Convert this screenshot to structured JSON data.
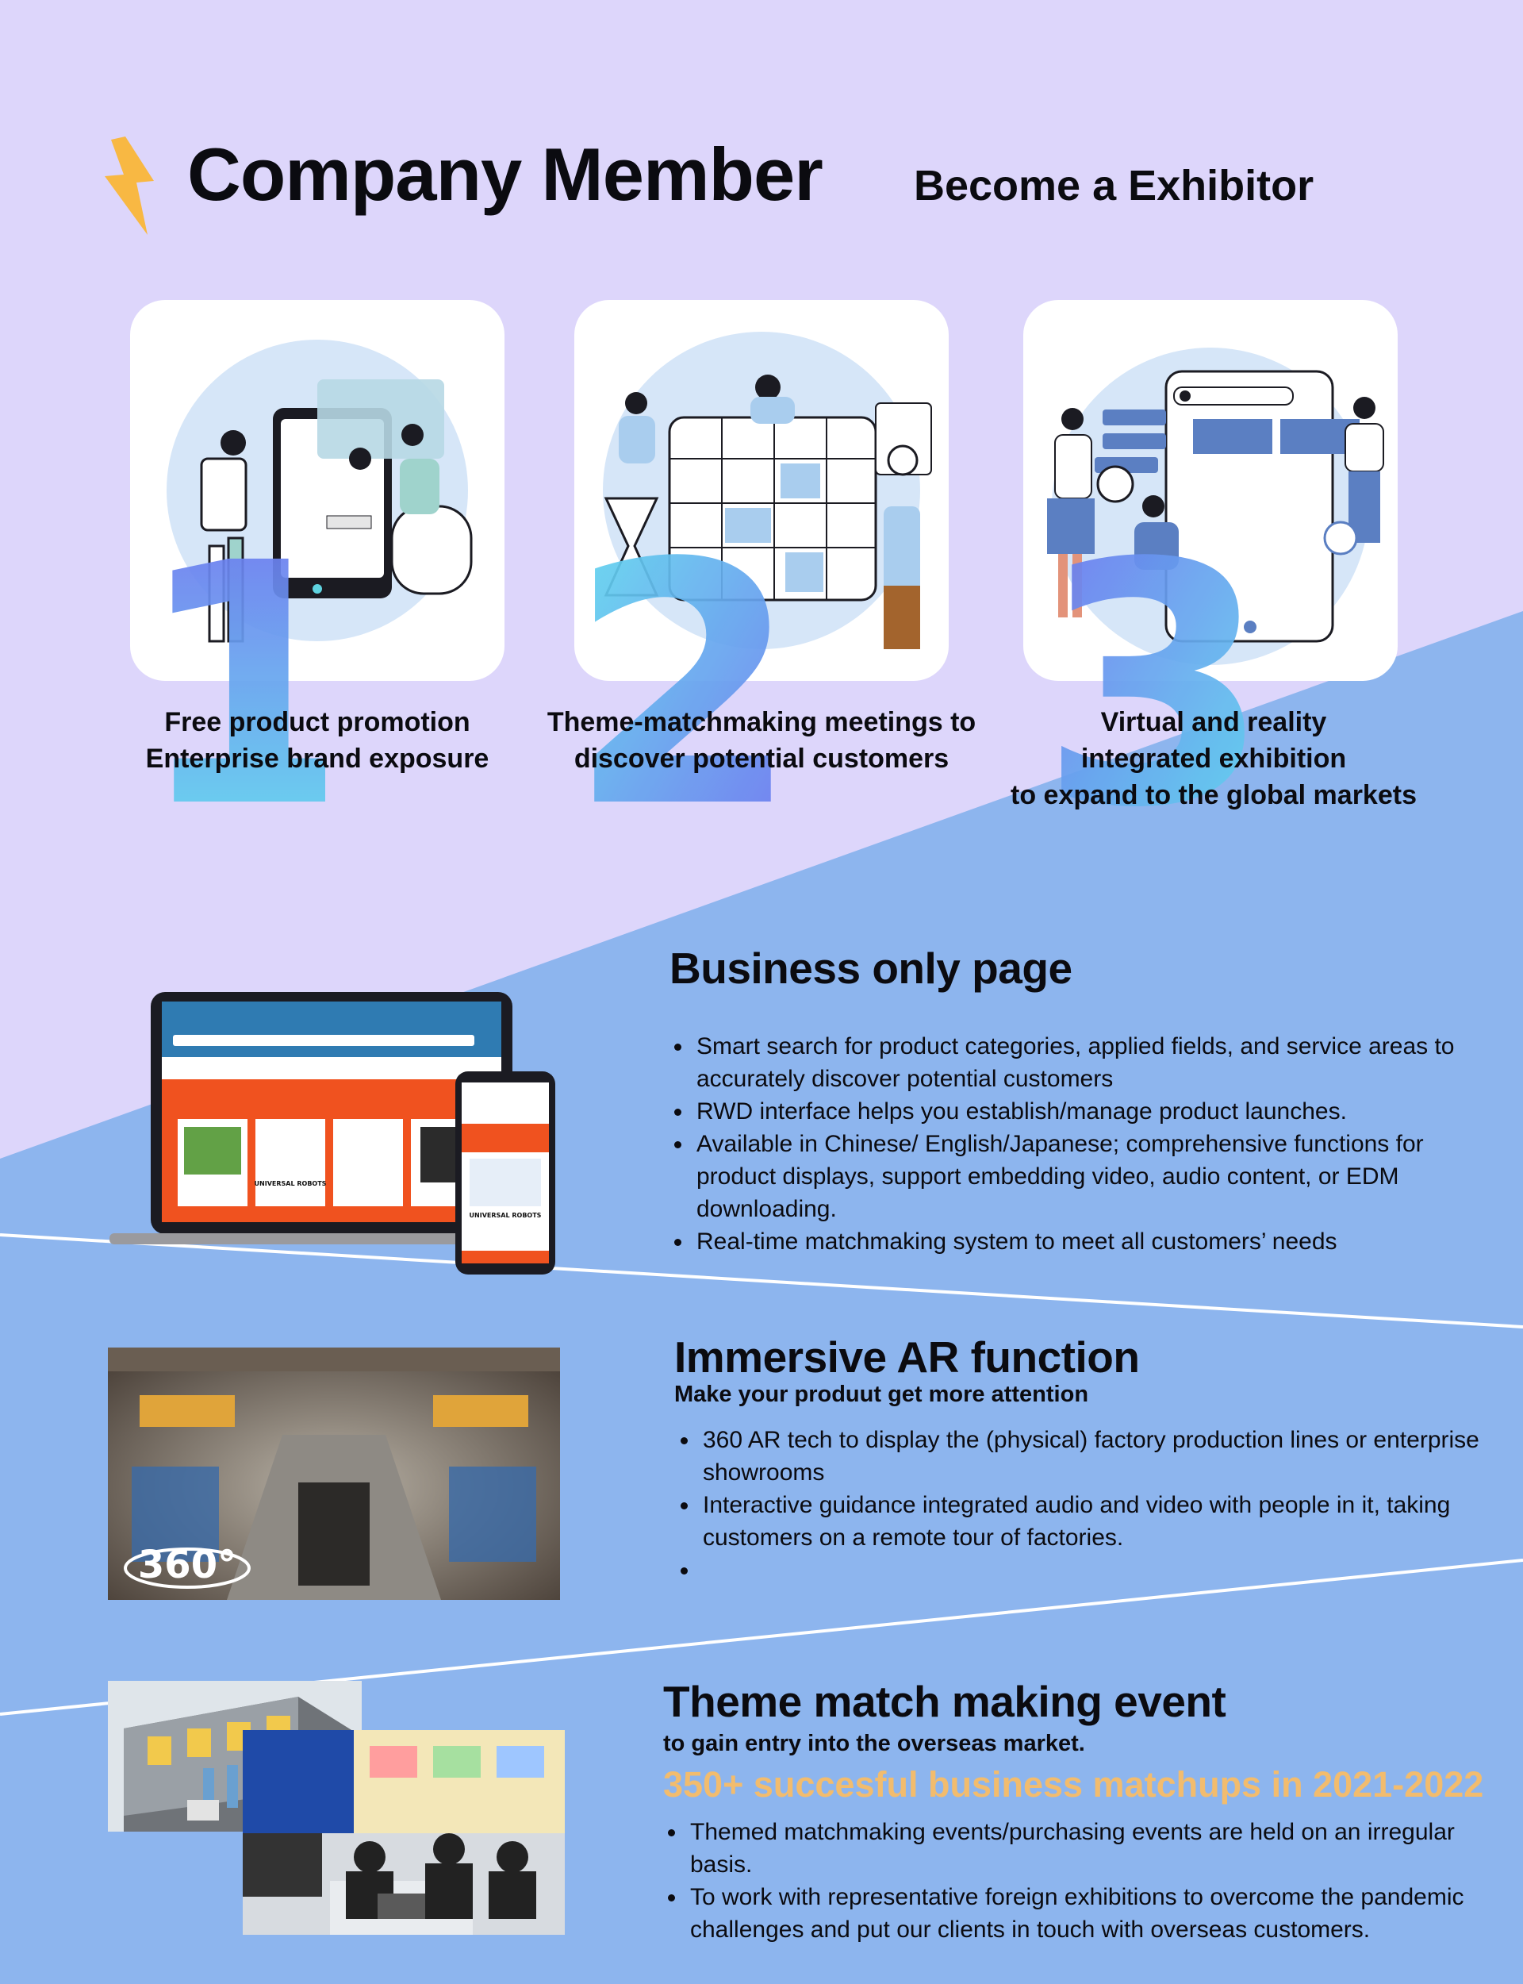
{
  "header": {
    "title": "Company  Member",
    "subtitle": "Become a Exhibitor"
  },
  "colors": {
    "lavender": "#ddd6fb",
    "blue_band": "#8db5ee",
    "accent_gold": "#f2bc6e",
    "bolt": "#f8b843",
    "number_gradient_start": "#6e6ff0",
    "number_gradient_end": "#5fe1ee"
  },
  "features": [
    {
      "number": "1",
      "illustration": "online-shopping-illustration",
      "lines": [
        "Free product promotion",
        "Enterprise brand exposure"
      ]
    },
    {
      "number": "2",
      "illustration": "meeting-board-illustration",
      "lines": [
        "Theme-matchmaking meetings to",
        "discover potential customers"
      ]
    },
    {
      "number": "3",
      "illustration": "virtual-exhibition-illustration",
      "lines": [
        "Virtual and reality",
        "integrated exhibition",
        "to expand to the global markets"
      ]
    }
  ],
  "business": {
    "title": "Business only page",
    "bullets": [
      "Smart search for product categories, applied fields, and service areas to accurately discover potential customers",
      "RWD interface helps you establish/manage product launches.",
      "Available in Chinese/ English/Japanese; comprehensive functions for product displays, support embedding video, audio content, or EDM downloading.",
      "Real-time matchmaking system to meet all customers’ needs"
    ],
    "mockup": {
      "laptop_brand": "UNIVERSAL ROBOTS",
      "phone_brand": "UNIVERSAL ROBOTS"
    }
  },
  "ar": {
    "title": "Immersive AR function",
    "subtitle": "Make your produut get more attention",
    "badge": "360°",
    "bullets": [
      "360 AR tech to display the (physical) factory production lines or enterprise showrooms",
      "Interactive guidance integrated audio and video with people in it, taking customers on a remote tour of factories.",
      ""
    ]
  },
  "event": {
    "title": "Theme match making event",
    "subtitle": "to gain entry into the overseas market.",
    "highlight": "350+  succesful business matchups in 2021-2022",
    "bullets": [
      "Themed matchmaking events/purchasing events are held on an irregular basis.",
      "To work with representative foreign exhibitions to overcome the pandemic challenges and put our clients in touch with overseas customers."
    ]
  }
}
